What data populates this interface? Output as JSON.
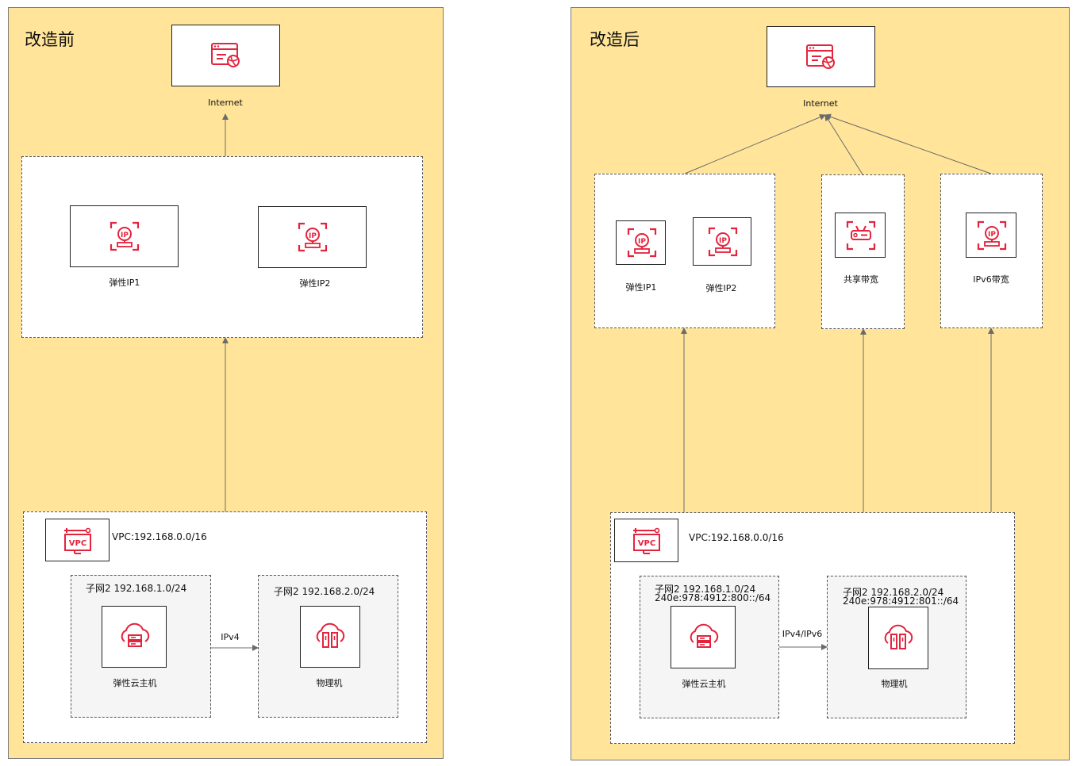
{
  "colors": {
    "panel_bg": "#ffe499",
    "icon_red": "#e4233d",
    "arrow": "#6b6b6b"
  },
  "before": {
    "title": "改造前",
    "internet_label": "Internet",
    "eip1_label": "弹性IP1",
    "eip2_label": "弹性IP2",
    "vpc_badge": "VPC",
    "vpc_label": "VPC:192.168.0.0/16",
    "subnet1_label": "子网2 192.168.1.0/24",
    "subnet2_label": "子网2 192.168.2.0/24",
    "ecs_label": "弹性云主机",
    "bms_label": "物理机",
    "link_label": "IPv4"
  },
  "after": {
    "title": "改造后",
    "internet_label": "Internet",
    "eip1_label": "弹性IP1",
    "eip2_label": "弹性IP2",
    "shared_bw_label": "共享带宽",
    "ipv6_bw_label": "IPv6带宽",
    "vpc_badge": "VPC",
    "vpc_label": "VPC:192.168.0.0/16",
    "subnet1_label": "子网2 192.168.1.0/24",
    "subnet1_ipv6": "240e:978:4912:800::/64",
    "subnet2_label": "子网2 192.168.2.0/24",
    "subnet2_ipv6": "240e:978:4912:801::/64",
    "ecs_label": "弹性云主机",
    "bms_label": "物理机",
    "link_label": "IPv4/IPv6"
  },
  "icons": [
    "internet-browser-icon",
    "elastic-ip-icon",
    "shared-bandwidth-router-icon",
    "vpc-icon",
    "cloud-server-icon",
    "bare-metal-icon"
  ]
}
